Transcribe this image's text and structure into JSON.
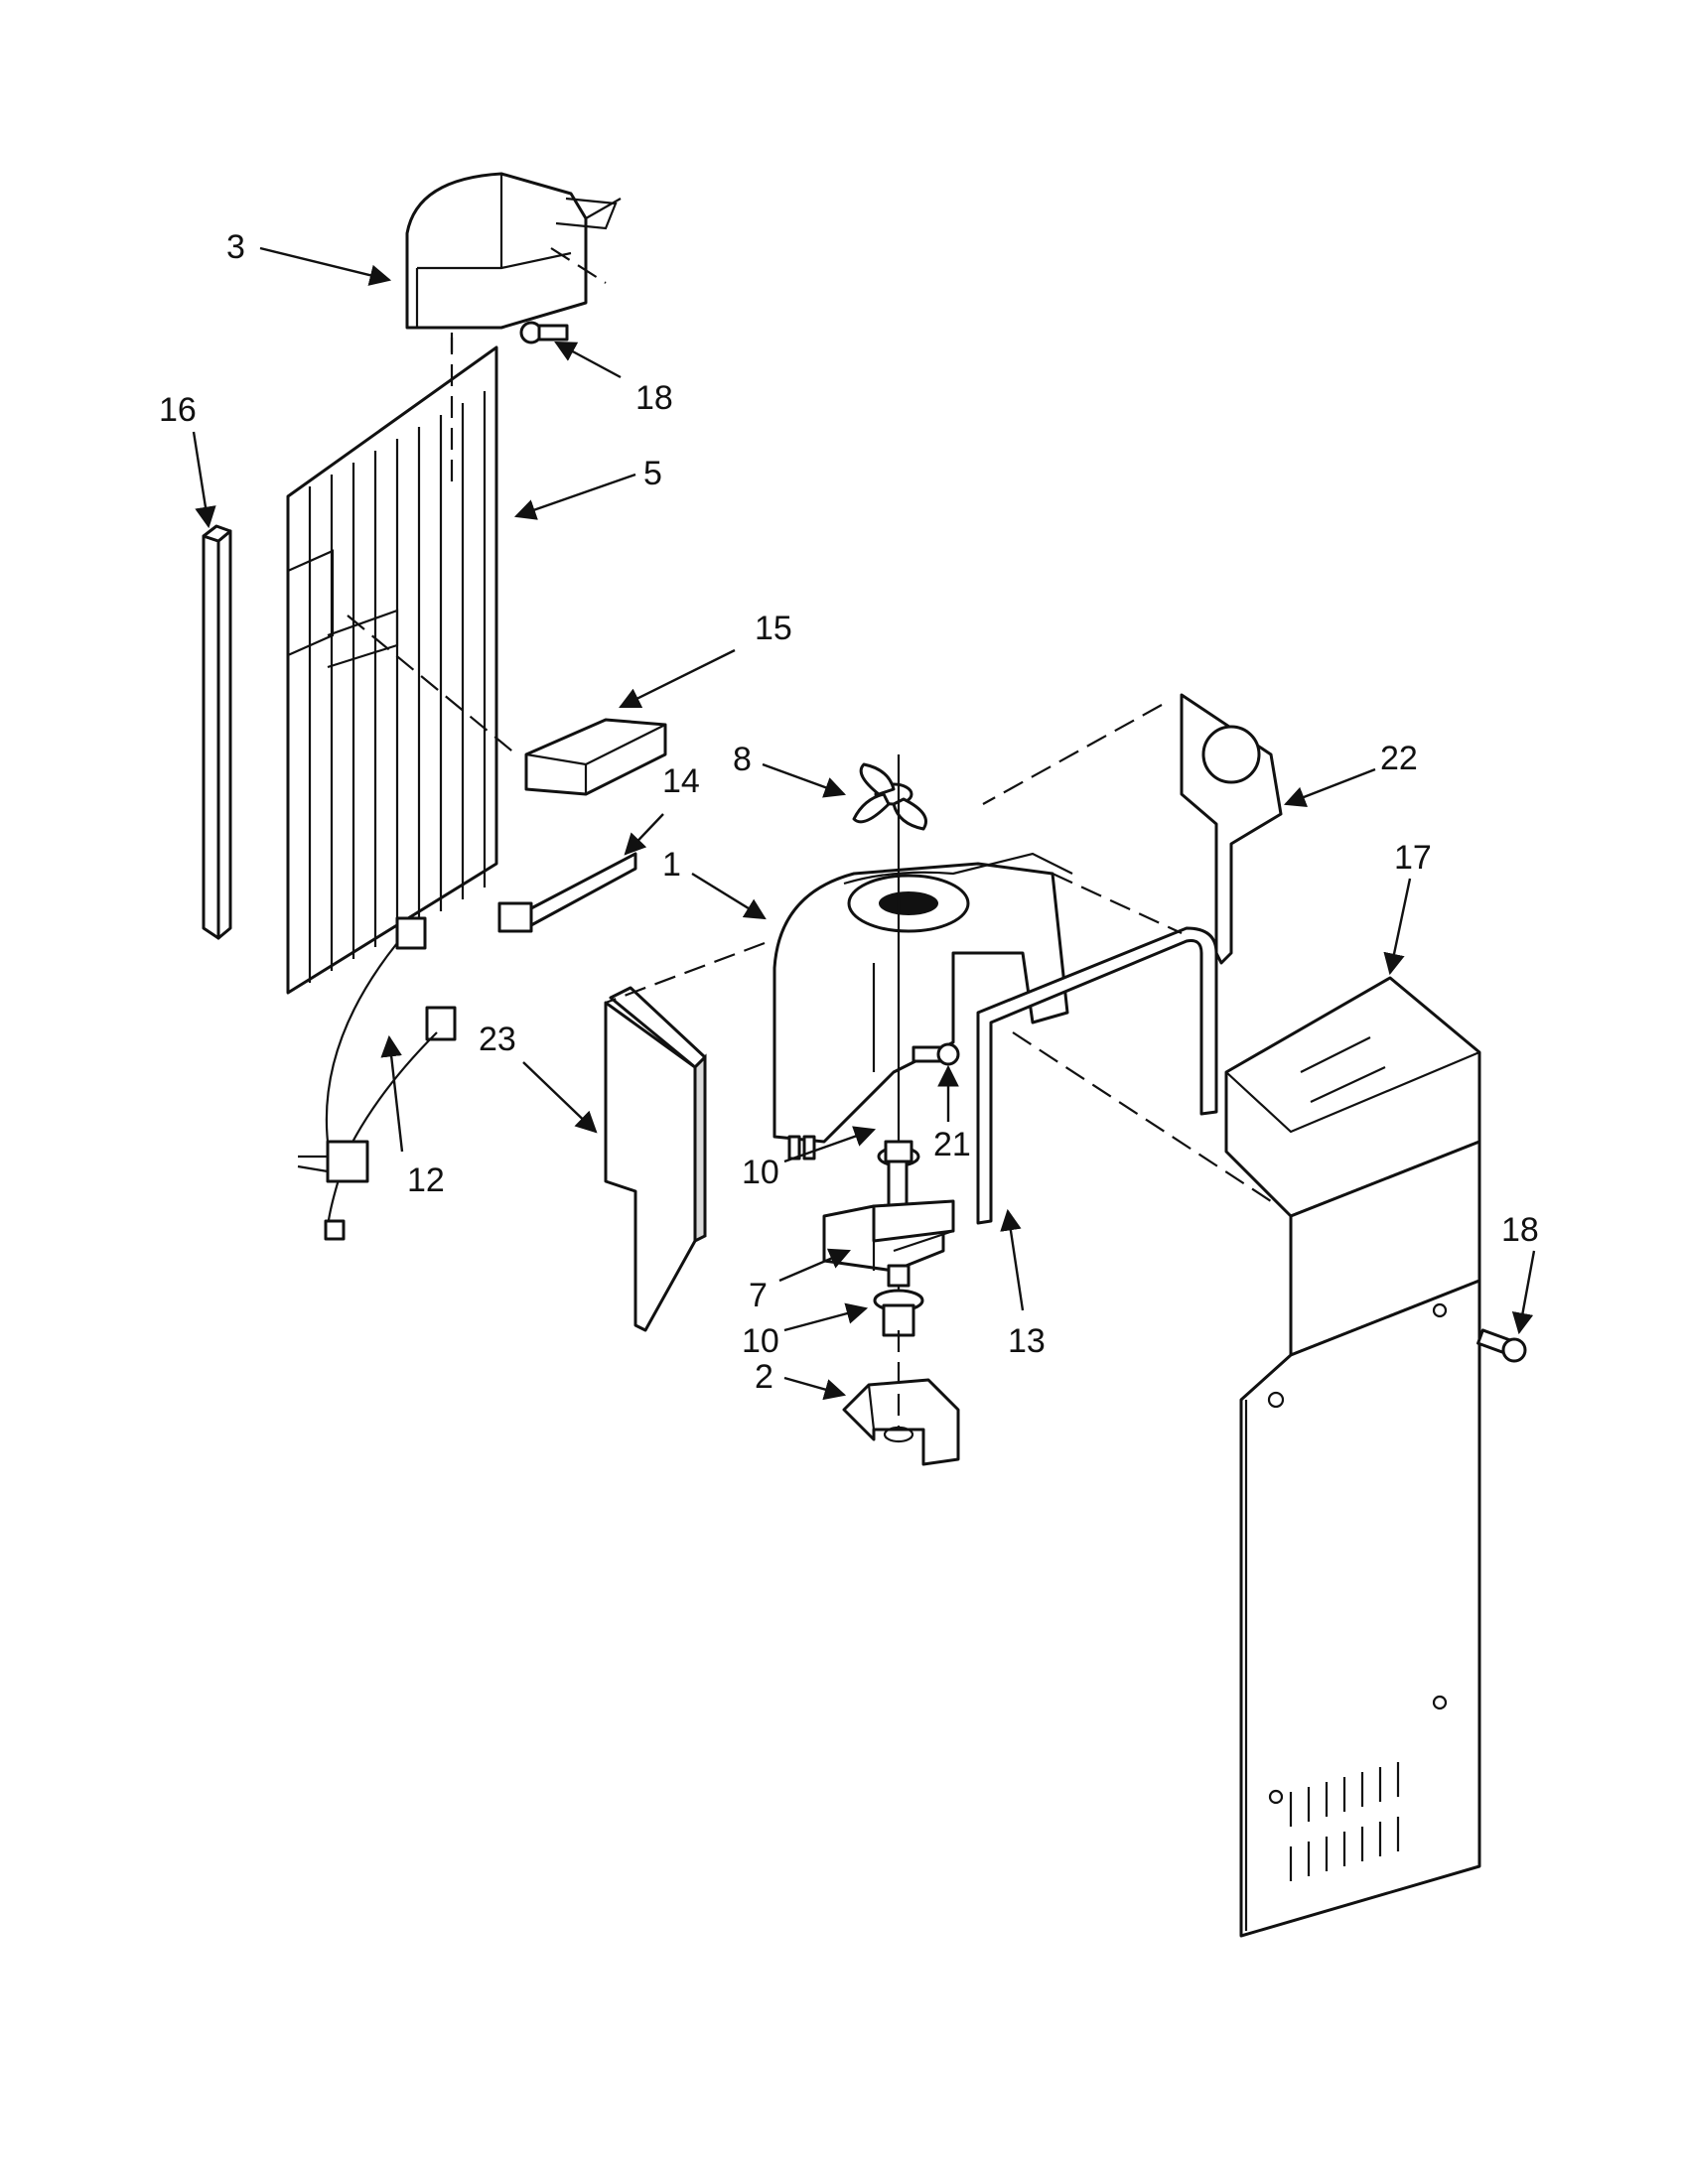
{
  "diagram": {
    "callouts": [
      {
        "id": "3",
        "label": "3"
      },
      {
        "id": "18a",
        "label": "18"
      },
      {
        "id": "16",
        "label": "16"
      },
      {
        "id": "5",
        "label": "5"
      },
      {
        "id": "15",
        "label": "15"
      },
      {
        "id": "8",
        "label": "8"
      },
      {
        "id": "14",
        "label": "14"
      },
      {
        "id": "1",
        "label": "1"
      },
      {
        "id": "22",
        "label": "22"
      },
      {
        "id": "17",
        "label": "17"
      },
      {
        "id": "23",
        "label": "23"
      },
      {
        "id": "12",
        "label": "12"
      },
      {
        "id": "21",
        "label": "21"
      },
      {
        "id": "10a",
        "label": "10"
      },
      {
        "id": "7",
        "label": "7"
      },
      {
        "id": "10b",
        "label": "10"
      },
      {
        "id": "2",
        "label": "2"
      },
      {
        "id": "13",
        "label": "13"
      },
      {
        "id": "18b",
        "label": "18"
      }
    ]
  }
}
